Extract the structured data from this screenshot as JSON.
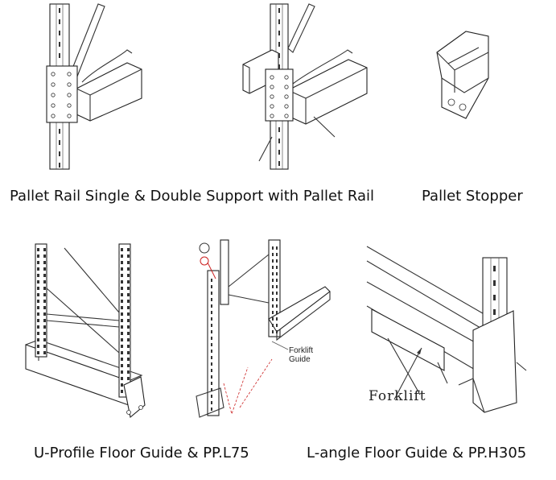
{
  "captions": {
    "support": "Pallet Rail Single & Double Support with Pallet Rail",
    "stopper": "Pallet Stopper",
    "uprofile": "U-Profile Floor Guide & PP.L75",
    "langle": "L-angle Floor Guide & PP.H305"
  },
  "callouts": {
    "forklift_guide": "Forklift Guide",
    "forklift": "Forklift"
  },
  "colors": {
    "line": "#333333",
    "accent_red": "#cc2222"
  }
}
